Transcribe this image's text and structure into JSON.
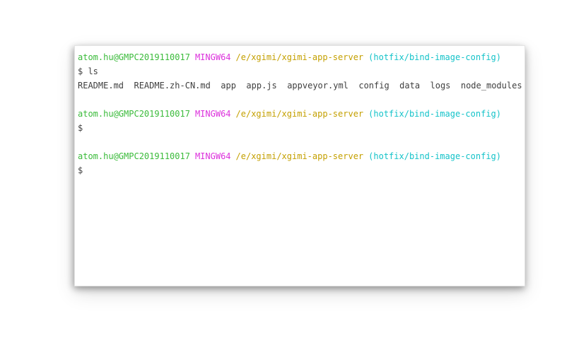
{
  "terminal": {
    "colors": {
      "user_host": "#3bbb3b",
      "env": "#dc30dc",
      "path": "#c4a000",
      "branch": "#14c3c9",
      "text": "#3f3f3f",
      "background": "#ffffff"
    },
    "blocks": [
      {
        "prompt": {
          "user_host": "atom.hu@GMPC2019110017",
          "env": "MINGW64",
          "path": "/e/xgimi/xgimi-app-server",
          "branch": "(hotfix/bind-image-config)"
        },
        "command_line": "$ ls",
        "output": "README.md  README.zh-CN.md  app  app.js  appveyor.yml  config  data  logs  node_modules"
      },
      {
        "prompt": {
          "user_host": "atom.hu@GMPC2019110017",
          "env": "MINGW64",
          "path": "/e/xgimi/xgimi-app-server",
          "branch": "(hotfix/bind-image-config)"
        },
        "command_line": "$"
      },
      {
        "prompt": {
          "user_host": "atom.hu@GMPC2019110017",
          "env": "MINGW64",
          "path": "/e/xgimi/xgimi-app-server",
          "branch": "(hotfix/bind-image-config)"
        },
        "command_line": "$"
      }
    ]
  }
}
